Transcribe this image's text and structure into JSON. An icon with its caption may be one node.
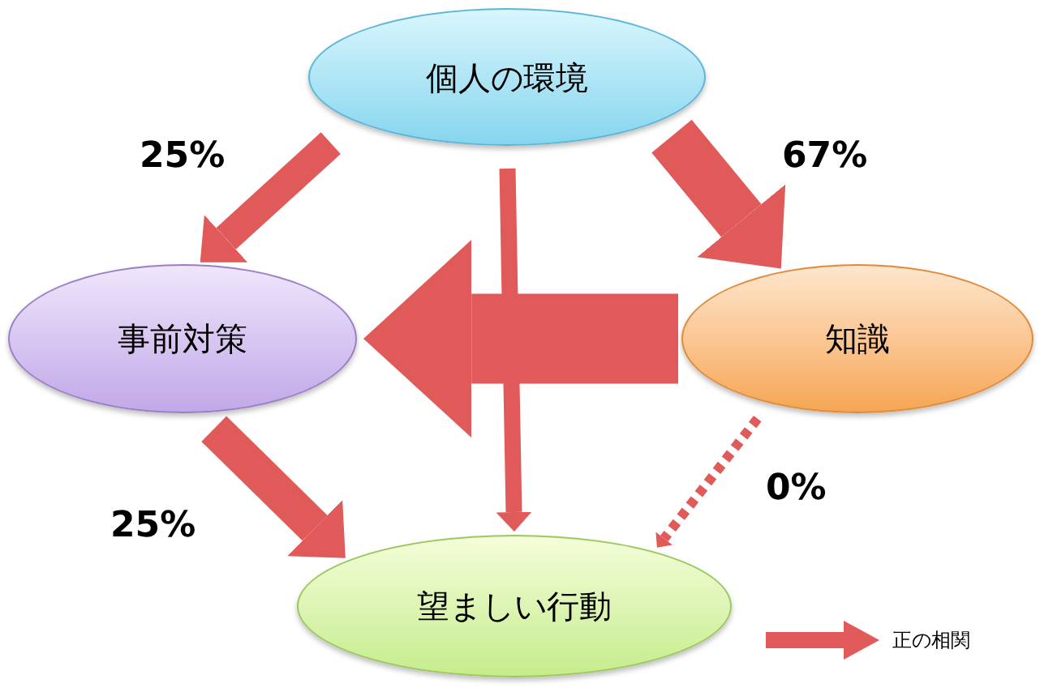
{
  "diagram": {
    "nodes": [
      {
        "text": [
          "個人の環境"
        ]
      },
      {
        "text": [
          "事前対策"
        ]
      },
      {
        "text": [
          "知識"
        ]
      },
      {
        "text": [
          "望ましい行動"
        ]
      }
    ],
    "edges": [
      {
        "from": 0,
        "to": 1,
        "arrow": "to",
        "label": "25%"
      },
      {
        "from": 0,
        "to": 2,
        "arrow": "to",
        "label": "67%"
      },
      {
        "from": 2,
        "to": 1,
        "arrow": "to",
        "style": "thick"
      },
      {
        "from": 0,
        "to": 3,
        "arrow": "to"
      },
      {
        "from": 1,
        "to": 3,
        "arrow": "to",
        "label": "25%"
      },
      {
        "from": 2,
        "to": 3,
        "arrow": "to",
        "label": "0%",
        "style": "dashed"
      }
    ],
    "legend": [
      {
        "text": "正の相関"
      }
    ]
  }
}
